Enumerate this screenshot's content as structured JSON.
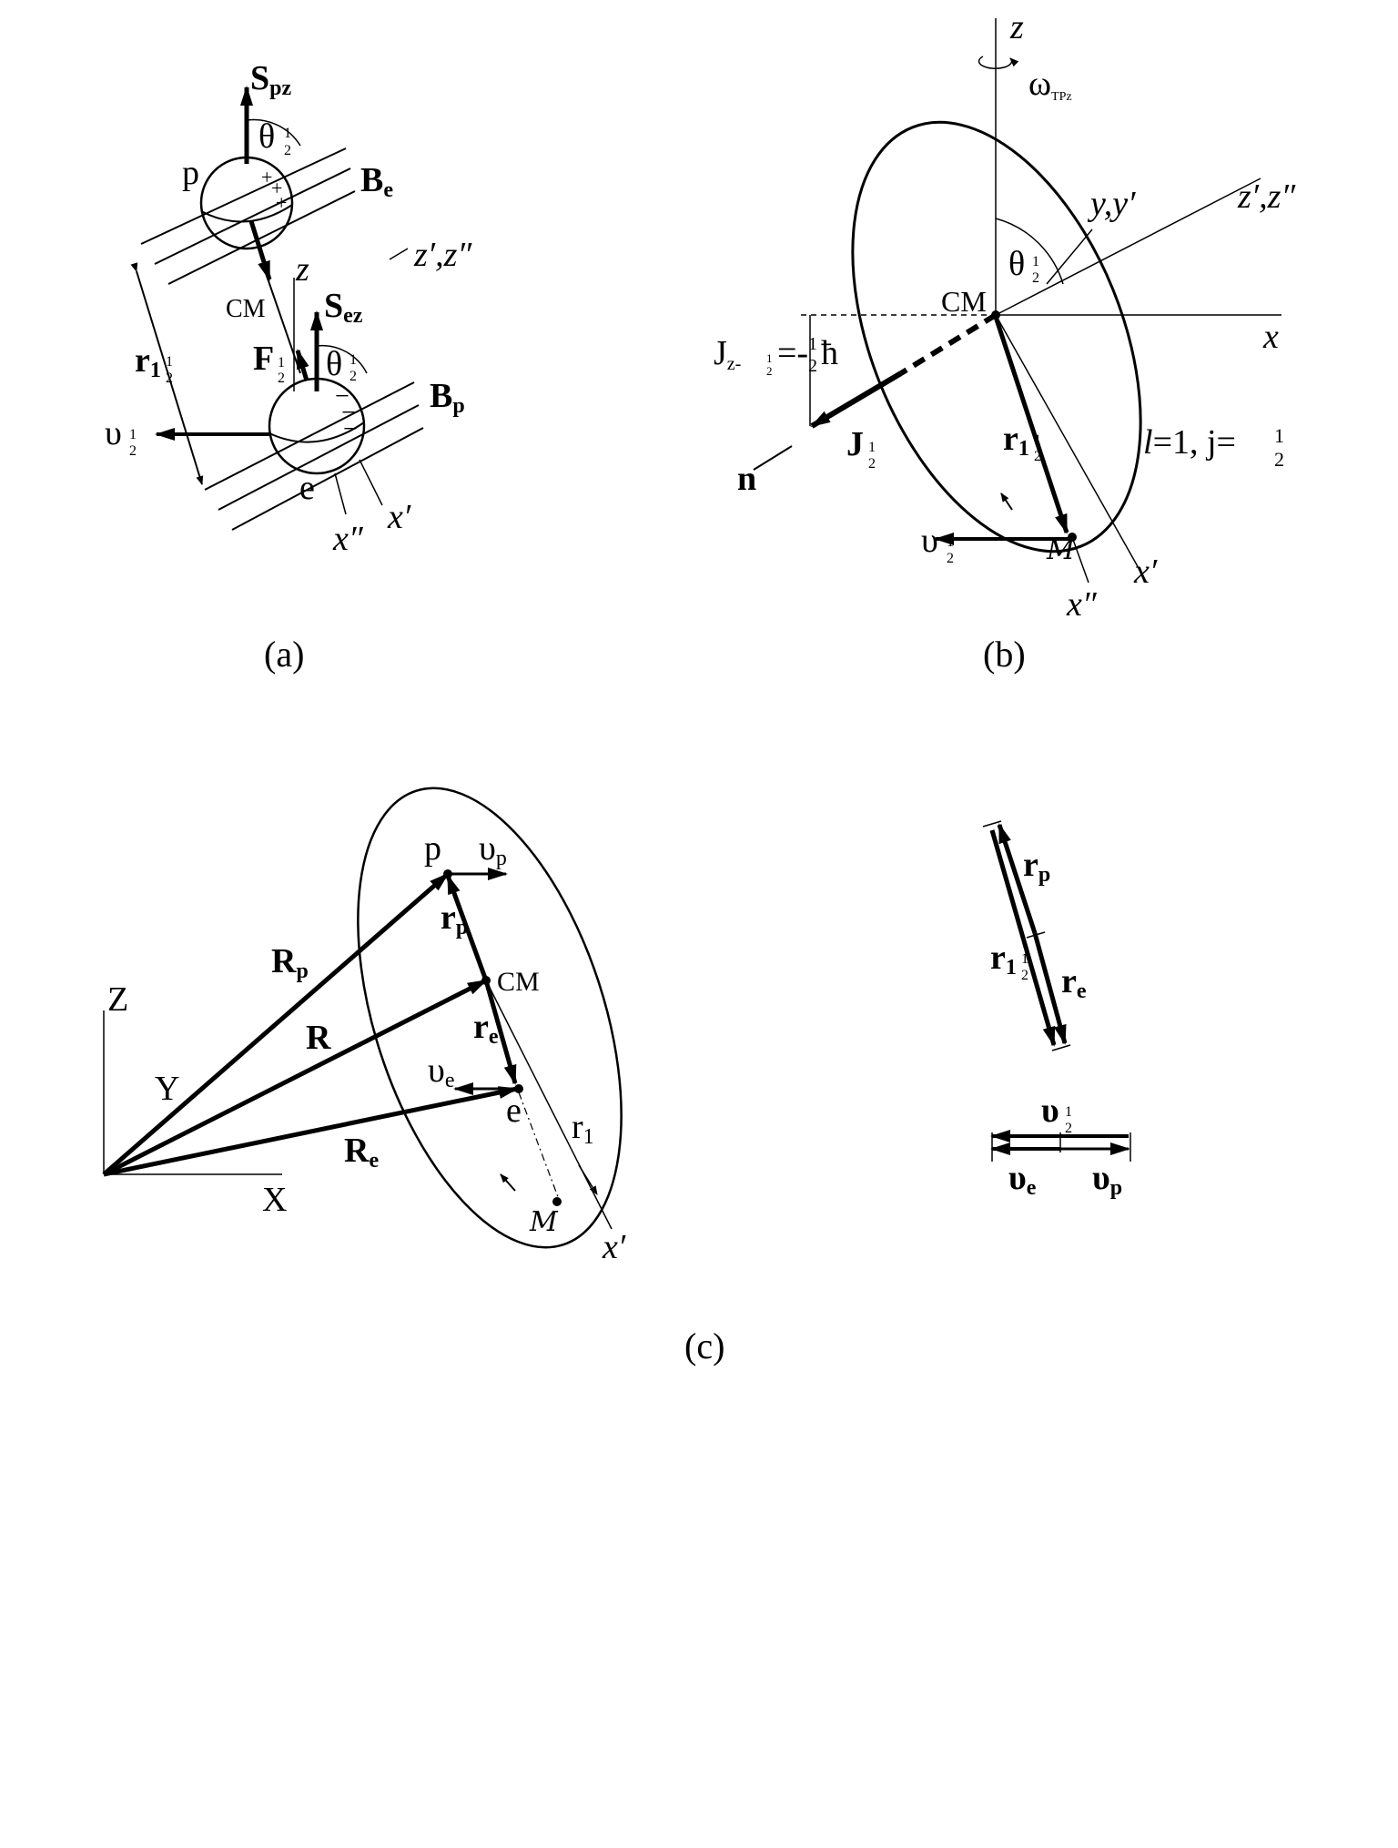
{
  "panel_a": {
    "caption": "(a)",
    "S_pz": {
      "main": "S",
      "sub": "pz"
    },
    "theta": {
      "main": "θ",
      "num": "1",
      "den": "2"
    },
    "p": "p",
    "plus": "+",
    "B_e": {
      "main": "B",
      "sub": "e"
    },
    "zprime": "z′,z″",
    "z": "z",
    "CM": "CM",
    "S_ez": {
      "main": "S",
      "sub": "ez"
    },
    "F": {
      "main": "F",
      "num": "1",
      "den": "2"
    },
    "r": {
      "main": "r",
      "sub": "1",
      "num": "1",
      "den": "2"
    },
    "minus": "−",
    "B_p": {
      "main": "B",
      "sub": "p"
    },
    "v": {
      "main": "υ",
      "num": "1",
      "den": "2"
    },
    "e": "e",
    "xpp": "x″",
    "xp": "x′"
  },
  "panel_b": {
    "caption": "(b)",
    "z": "z",
    "omega": {
      "main": "ω",
      "sub": "TPz"
    },
    "yy": "y,y′",
    "zz": "z′,z″",
    "theta": {
      "main": "θ",
      "num": "1",
      "den": "2"
    },
    "CM": "CM",
    "x": "x",
    "Jz": {
      "main": "J",
      "sub": "z-",
      "subnum": "1",
      "subden": "2",
      "eq": "=-",
      "num": "1",
      "den": "2",
      "hbar": "ħ"
    },
    "J": {
      "main": "J",
      "num": "1",
      "den": "2"
    },
    "n": "n",
    "r": {
      "main": "r",
      "sub": "1",
      "num": "1",
      "den": "2"
    },
    "lj": {
      "l": "l",
      "eq1": "=1, j=",
      "num": "1",
      "den": "2"
    },
    "v": {
      "main": "υ",
      "num": "1",
      "den": "2"
    },
    "M": "M",
    "xp": "x′",
    "xpp": "x″"
  },
  "panel_c": {
    "caption": "(c)",
    "p": "p",
    "vp": {
      "main": "υ",
      "sub": "p"
    },
    "Rp": {
      "main": "R",
      "sub": "p"
    },
    "rp": {
      "main": "r",
      "sub": "p"
    },
    "CM": "CM",
    "R": "R",
    "re": {
      "main": "r",
      "sub": "e"
    },
    "Z": "Z",
    "Y": "Y",
    "ve": {
      "main": "υ",
      "sub": "e"
    },
    "e": "e",
    "r1": {
      "main": "r",
      "sub": "1"
    },
    "Re": {
      "main": "R",
      "sub": "e"
    },
    "X": "X",
    "M": "M",
    "xp": "x′"
  },
  "panel_d": {
    "rp": {
      "main": "r",
      "sub": "p"
    },
    "r": {
      "main": "r",
      "sub": "1",
      "num": "1",
      "den": "2"
    },
    "re": {
      "main": "r",
      "sub": "e"
    },
    "v": {
      "main": "υ",
      "num": "1",
      "den": "2"
    },
    "ve": {
      "main": "υ",
      "sub": "e"
    },
    "vp": {
      "main": "υ",
      "sub": "p"
    }
  }
}
